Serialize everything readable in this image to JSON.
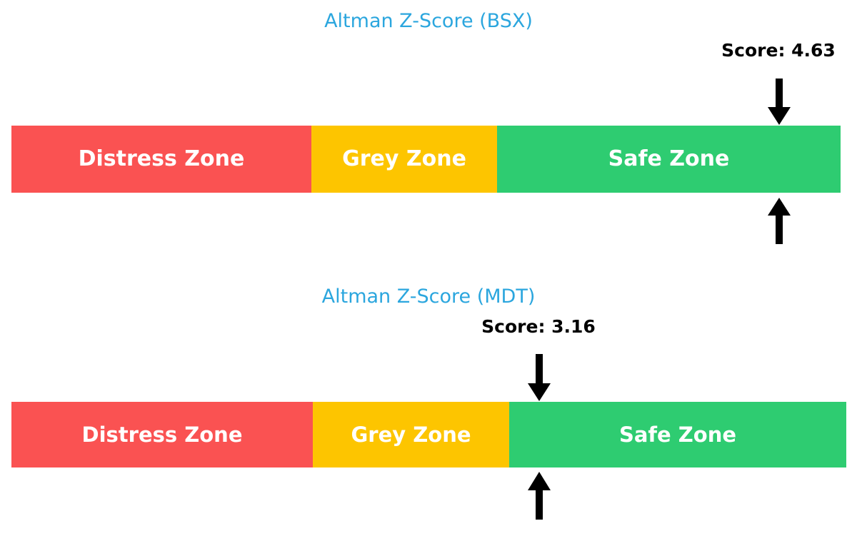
{
  "chart_data": [
    {
      "type": "bar",
      "title": "Altman Z-Score (BSX)",
      "ticker": "BSX",
      "score": 4.63,
      "score_label": "Score: 4.63",
      "zone_of_score": "Safe Zone",
      "orientation": "horizontal-stacked-band",
      "categories": [
        "Distress Zone",
        "Grey Zone",
        "Safe Zone"
      ],
      "values": [
        36.1,
        22.4,
        41.5
      ],
      "zone_colors": [
        "#fa5252",
        "#fdc500",
        "#2ecc71"
      ],
      "marker": {
        "down_arrow": true,
        "up_arrow": true,
        "color": "#000000"
      },
      "xlabel": "",
      "ylabel": "",
      "grid": false,
      "legend": "none"
    },
    {
      "type": "bar",
      "title": "Altman Z-Score (MDT)",
      "ticker": "MDT",
      "score": 3.16,
      "score_label": "Score: 3.16",
      "zone_of_score": "Safe Zone",
      "orientation": "horizontal-stacked-band",
      "categories": [
        "Distress Zone",
        "Grey Zone",
        "Safe Zone"
      ],
      "values": [
        36.1,
        23.5,
        40.4
      ],
      "zone_colors": [
        "#fa5252",
        "#fdc500",
        "#2ecc71"
      ],
      "marker": {
        "down_arrow": true,
        "up_arrow": true,
        "color": "#000000"
      },
      "xlabel": "",
      "ylabel": "",
      "grid": false,
      "legend": "none"
    }
  ],
  "panels": [
    {
      "title": "Altman Z-Score (BSX)",
      "score_label": "Score: 4.63",
      "zones": [
        {
          "label": "Distress Zone",
          "color": "#fa5252"
        },
        {
          "label": "Grey Zone",
          "color": "#fdc500"
        },
        {
          "label": "Safe Zone",
          "color": "#2ecc71"
        }
      ]
    },
    {
      "title": "Altman Z-Score (MDT)",
      "score_label": "Score: 3.16",
      "zones": [
        {
          "label": "Distress Zone",
          "color": "#fa5252"
        },
        {
          "label": "Grey Zone",
          "color": "#fdc500"
        },
        {
          "label": "Safe Zone",
          "color": "#2ecc71"
        }
      ]
    }
  ],
  "colors": {
    "title": "#2ba6de",
    "distress": "#fa5252",
    "grey": "#fdc500",
    "safe": "#2ecc71",
    "arrow": "#000000",
    "score_text": "#000000",
    "background": "#ffffff",
    "zone_text": "#ffffff"
  }
}
